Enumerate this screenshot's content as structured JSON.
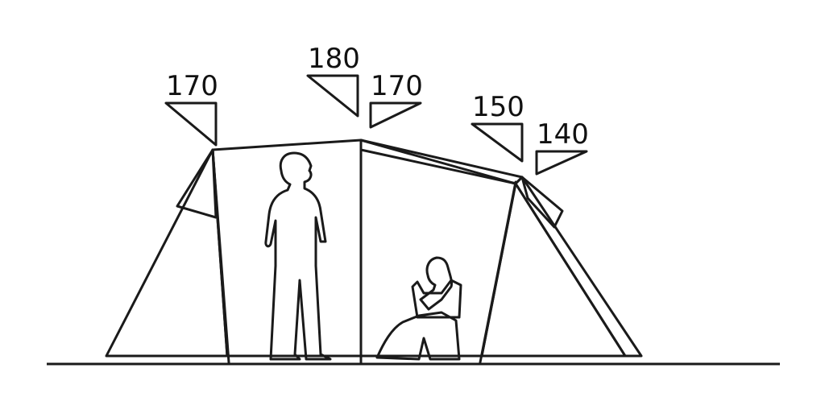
{
  "height_labels": {
    "inner_left": "170",
    "peak": "180",
    "peak_porch": "170",
    "inner_right": "150",
    "porch_right": "140"
  },
  "colors": {
    "stroke": "#1a1a1a",
    "tent_fill": "#f4f4f2",
    "person_standing": "#dcdcda",
    "person_sitting": "#5e5e5e",
    "hatch": "#333333"
  }
}
